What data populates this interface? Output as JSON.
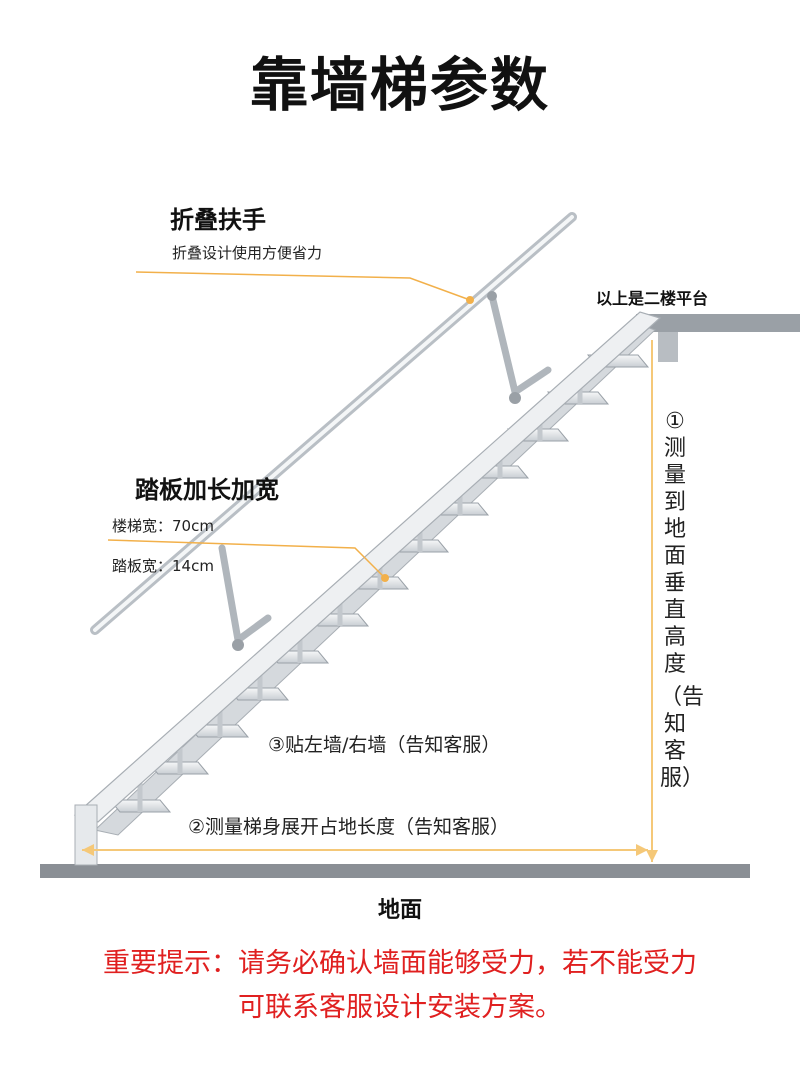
{
  "title": "靠墙梯参数",
  "handrail": {
    "title": "折叠扶手",
    "desc": "折叠设计使用方便省力"
  },
  "tread": {
    "title": "踏板加长加宽",
    "stair_width": "楼梯宽：70cm",
    "tread_width": "踏板宽：14cm"
  },
  "platform_label": "以上是二楼平台",
  "measurements": {
    "vertical_num": "①",
    "vertical_text": "测量到地面垂直高度",
    "vertical_note": "（告知客服）",
    "length": "②测量梯身展开占地长度（告知客服）",
    "wall": "③贴左墙/右墙（告知客服）"
  },
  "ground_label": "地面",
  "notice": {
    "line1": "重要提示：请务必确认墙面能够受力，若不能受力",
    "line2": "可联系客服设计安装方案。"
  },
  "colors": {
    "callout_line": "#f2b04a",
    "measure_line": "#f5c878",
    "notice_text": "#e02020",
    "ground": "#8a8f95",
    "ladder_frame": "#e4e7ea"
  }
}
